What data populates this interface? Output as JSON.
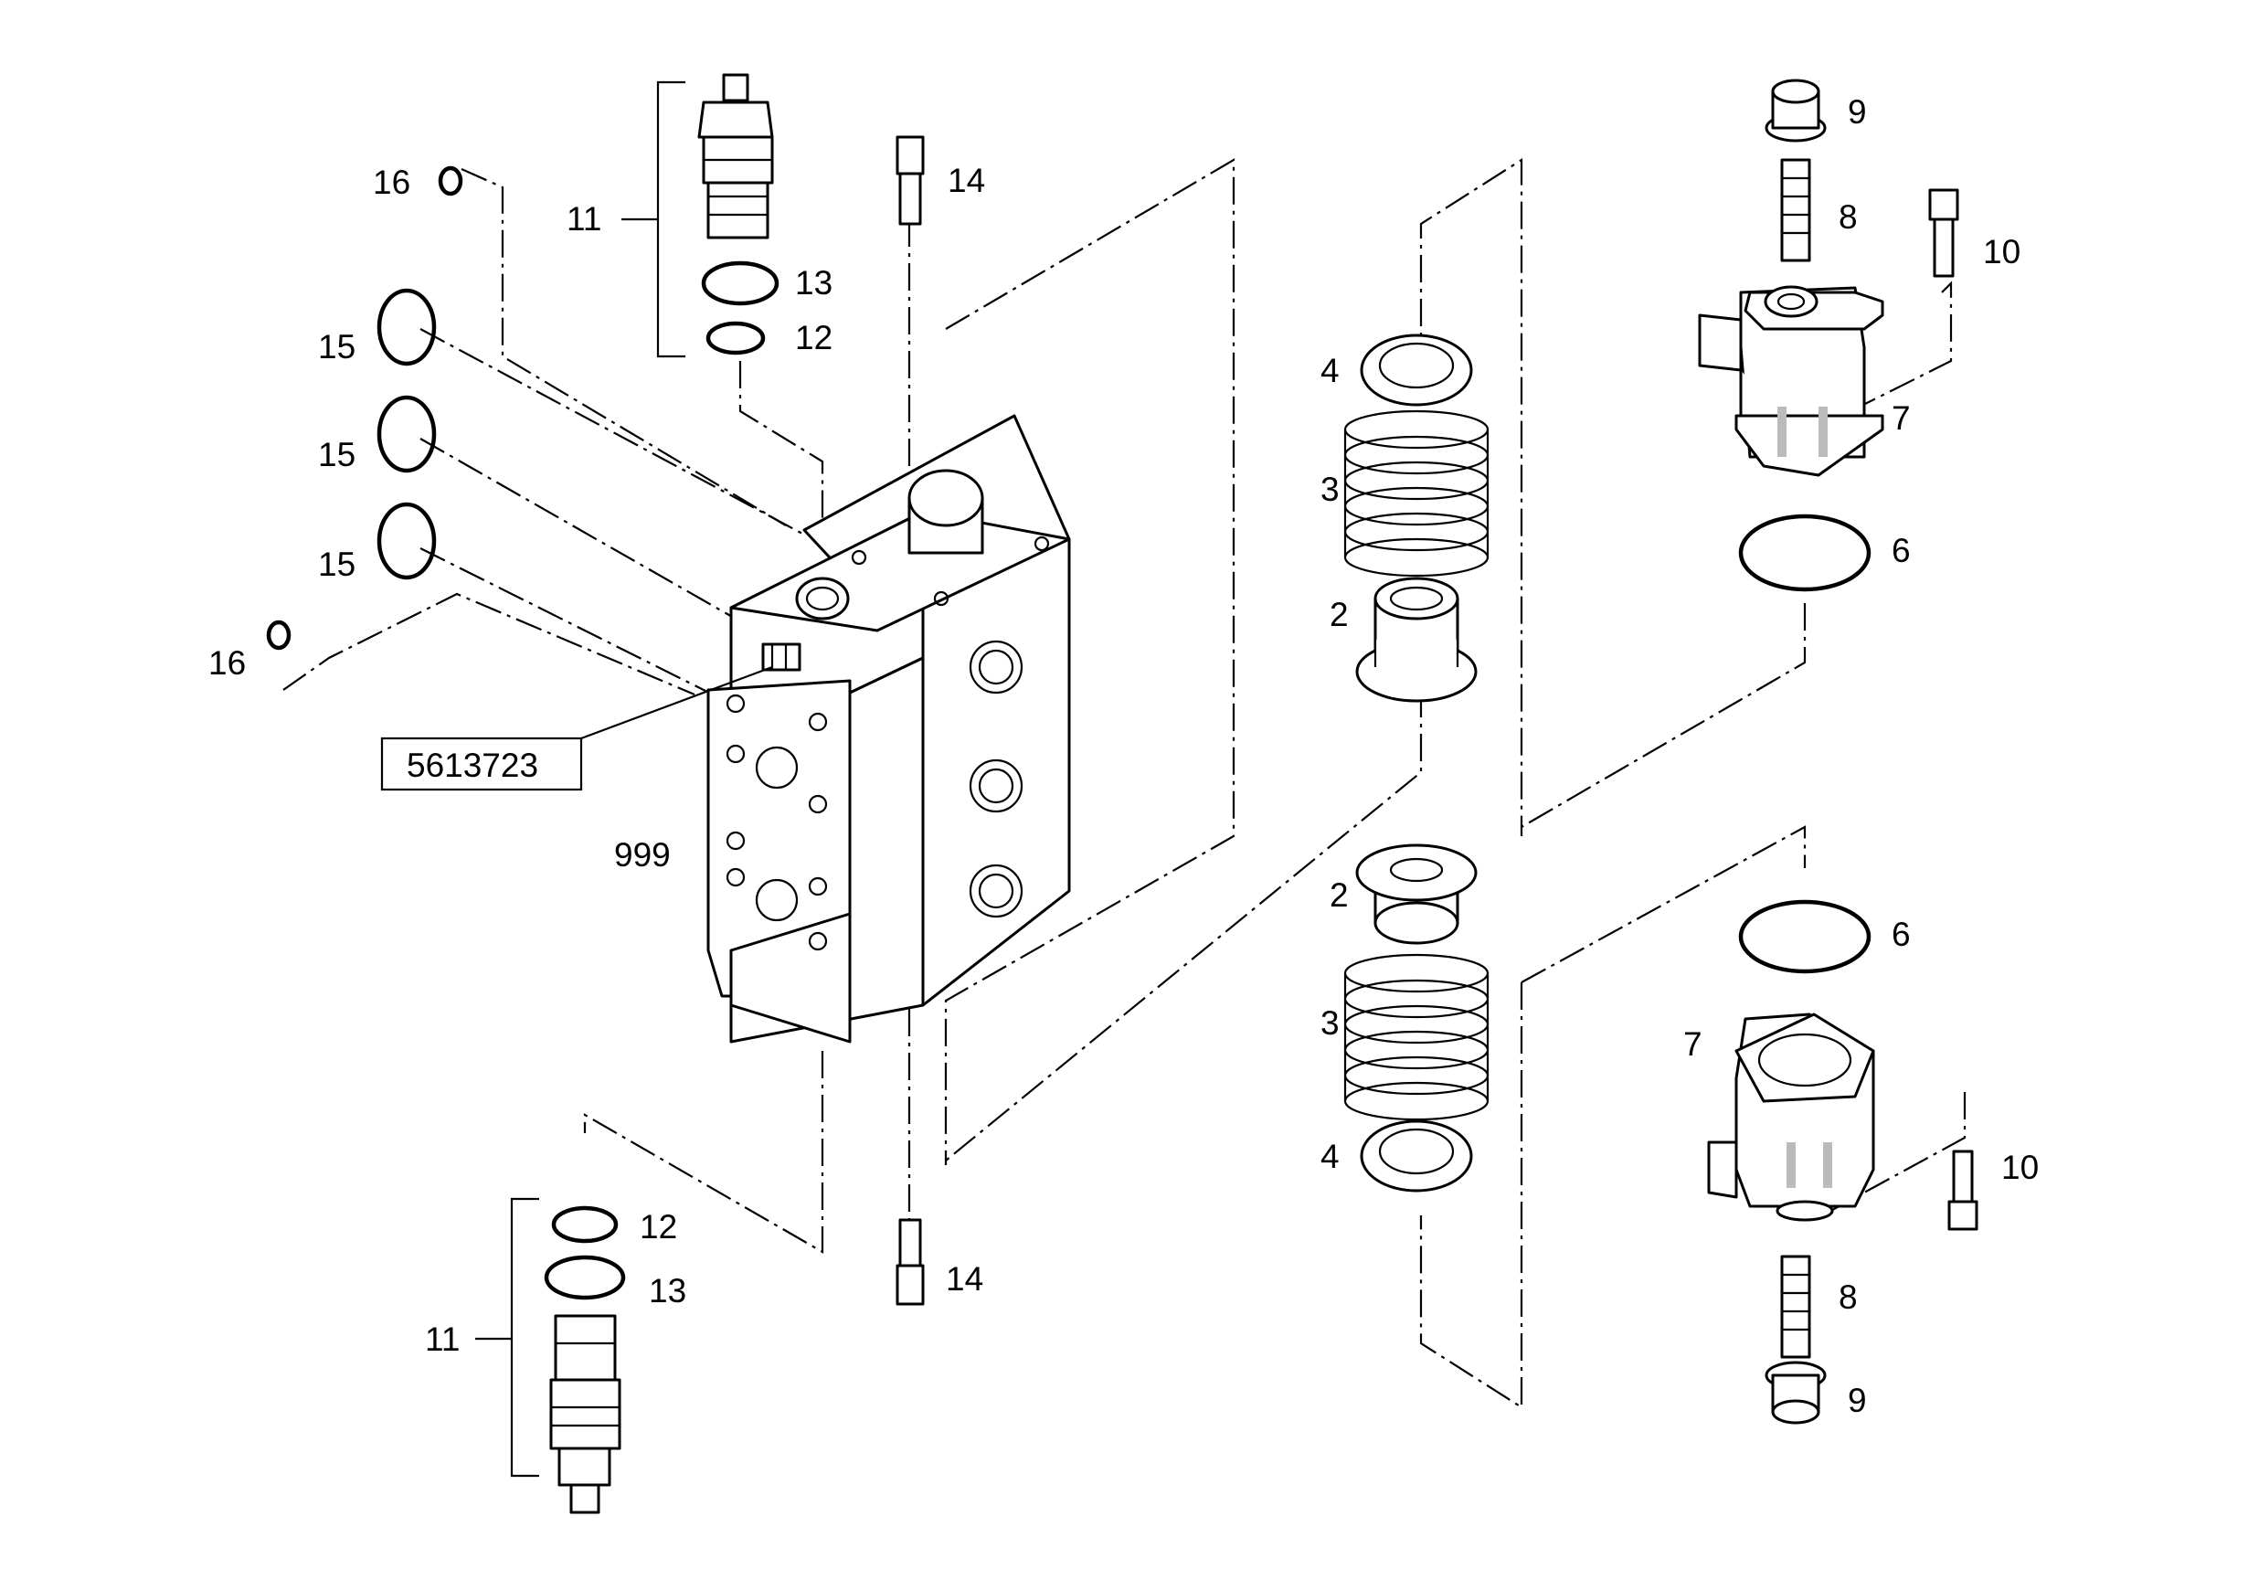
{
  "diagram": {
    "reference_box": "5613723",
    "assembly_label": "999",
    "callouts": {
      "c11_top": "11",
      "c13_top": "13",
      "c12_top": "12",
      "c14_top": "14",
      "c16_top": "16",
      "c15_a": "15",
      "c15_b": "15",
      "c15_c": "15",
      "c16_bottom": "16",
      "c4_upper": "4",
      "c3_upper": "3",
      "c2_upper": "2",
      "c2_lower": "2",
      "c3_lower": "3",
      "c4_lower": "4",
      "c9_top": "9",
      "c8_top": "8",
      "c10_top": "10",
      "c7_top": "7",
      "c6_top": "6",
      "c6_bottom": "6",
      "c7_bottom": "7",
      "c10_bottom": "10",
      "c8_bottom": "8",
      "c9_bottom": "9",
      "c12_bottom": "12",
      "c13_bottom": "13",
      "c11_bottom": "11",
      "c14_bottom": "14"
    }
  }
}
